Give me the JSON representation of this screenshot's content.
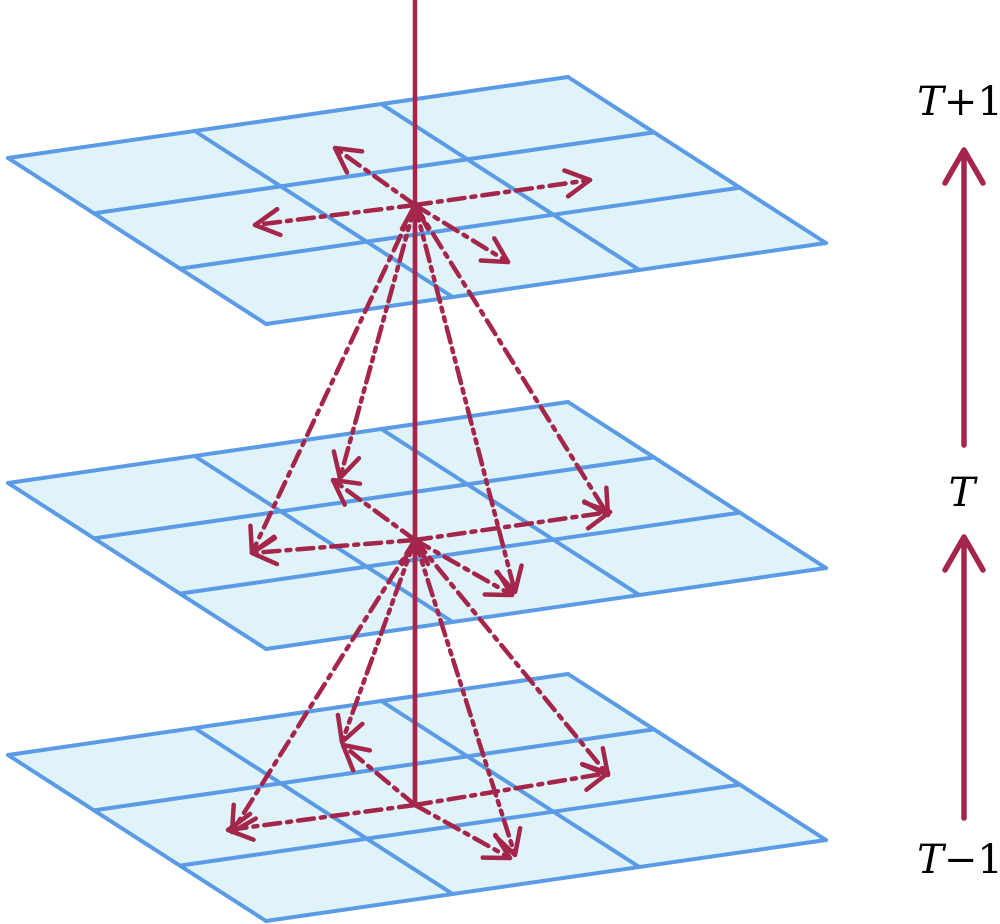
{
  "colors": {
    "grid_fill": "#e0f3f8",
    "grid_line": "#5b9be6",
    "arrow": "#a5264b"
  },
  "time_labels": {
    "top": {
      "var": "T",
      "suffix": "+1"
    },
    "middle": {
      "var": "T",
      "suffix": ""
    },
    "bottom": {
      "var": "T",
      "suffix": "−1"
    }
  }
}
